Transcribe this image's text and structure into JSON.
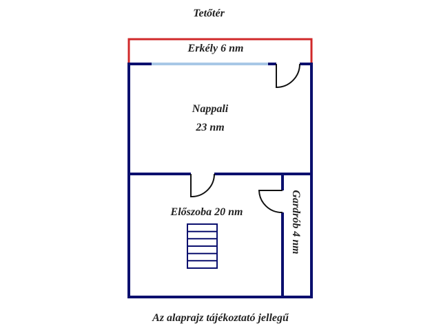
{
  "title": "Tetőtér",
  "rooms": {
    "balcony": "Erkély 6 nm",
    "living_name": "Nappali",
    "living_area": "23 nm",
    "hall": "Előszoba 20 nm",
    "wardrobe": "Gardrób 4 nm"
  },
  "footer": "Az alaprajz tájékoztató jellegű",
  "colors": {
    "wall": "#0a0f6e",
    "balcony": "#d0282a",
    "window": "#a8c8e6"
  }
}
